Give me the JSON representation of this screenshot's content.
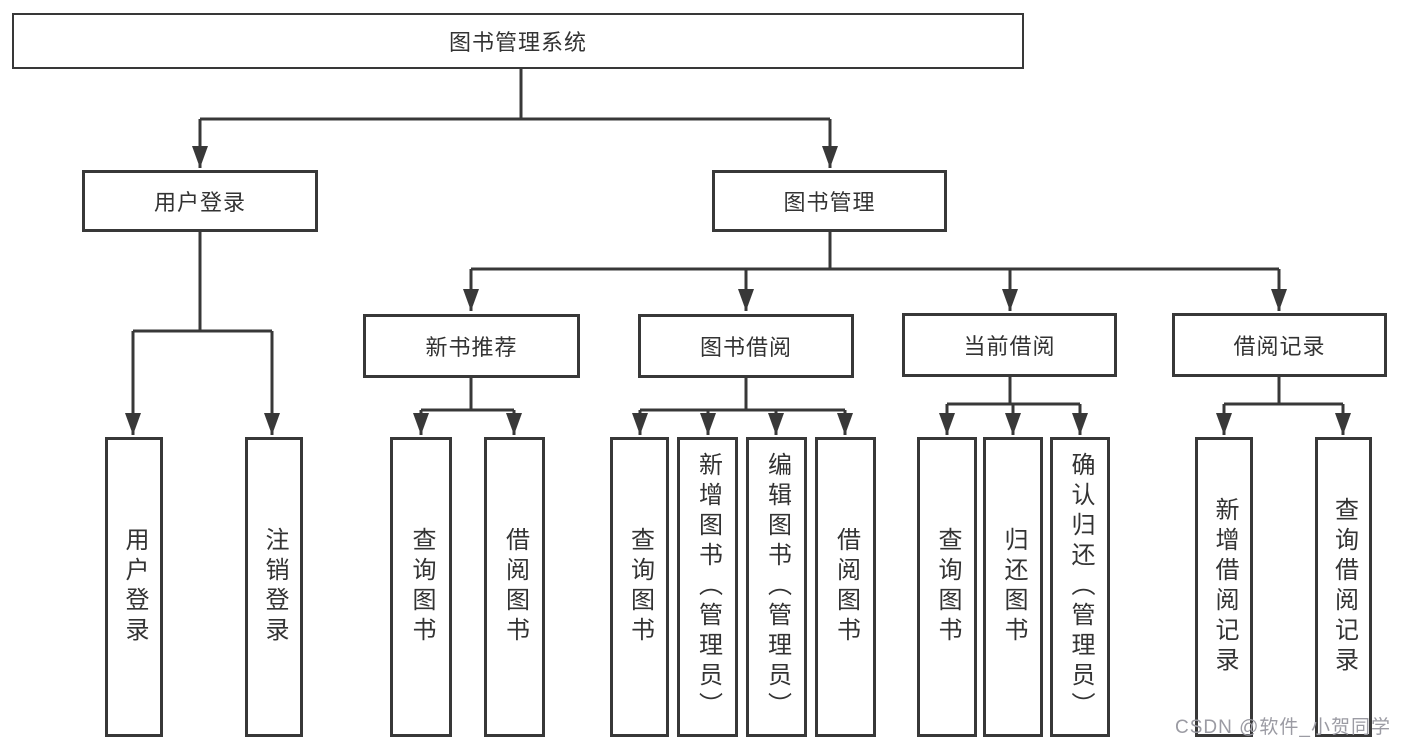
{
  "diagram": {
    "type": "hierarchy-tree",
    "nodes": {
      "root": "图书管理系统",
      "user_login": "用户登录",
      "book_management": "图书管理",
      "new_book_recommend": "新书推荐",
      "book_borrow": "图书借阅",
      "current_borrow": "当前借阅",
      "borrow_record": "借阅记录",
      "leaf_user_login": "用户登录",
      "leaf_logout": "注销登录",
      "leaf_nb_query_book": "查询图书",
      "leaf_nb_borrow_book": "借阅图书",
      "leaf_bb_query_book": "查询图书",
      "leaf_bb_add_book": "新增图书（管理员）",
      "leaf_bb_edit_book": "编辑图书（管理员）",
      "leaf_bb_borrow_book": "借阅图书",
      "leaf_cb_query_book": "查询图书",
      "leaf_cb_return_book": "归还图书",
      "leaf_cb_confirm_return": "确认归还（管理员）",
      "leaf_br_add_record": "新增借阅记录",
      "leaf_br_query_record": "查询借阅记录"
    },
    "edges": [
      [
        "root",
        "user_login"
      ],
      [
        "root",
        "book_management"
      ],
      [
        "user_login",
        "leaf_user_login"
      ],
      [
        "user_login",
        "leaf_logout"
      ],
      [
        "book_management",
        "new_book_recommend"
      ],
      [
        "book_management",
        "book_borrow"
      ],
      [
        "book_management",
        "current_borrow"
      ],
      [
        "book_management",
        "borrow_record"
      ],
      [
        "new_book_recommend",
        "leaf_nb_query_book"
      ],
      [
        "new_book_recommend",
        "leaf_nb_borrow_book"
      ],
      [
        "book_borrow",
        "leaf_bb_query_book"
      ],
      [
        "book_borrow",
        "leaf_bb_add_book"
      ],
      [
        "book_borrow",
        "leaf_bb_edit_book"
      ],
      [
        "book_borrow",
        "leaf_bb_borrow_book"
      ],
      [
        "current_borrow",
        "leaf_cb_query_book"
      ],
      [
        "current_borrow",
        "leaf_cb_return_book"
      ],
      [
        "current_borrow",
        "leaf_cb_confirm_return"
      ],
      [
        "borrow_record",
        "leaf_br_add_record"
      ],
      [
        "borrow_record",
        "leaf_br_query_record"
      ]
    ],
    "colors": {
      "line": "#383838",
      "text": "#333333",
      "watermark": "#9b9ba3",
      "background": "#ffffff"
    }
  },
  "watermark": "CSDN @软件_小贺同学"
}
